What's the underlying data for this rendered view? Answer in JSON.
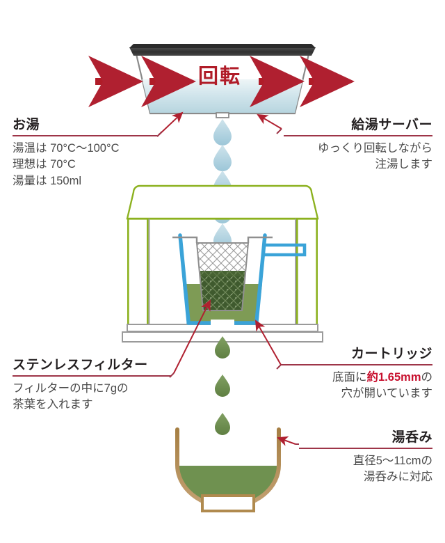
{
  "diagram": {
    "title_text": "回転",
    "labels": {
      "hot_water": {
        "title": "お湯",
        "lines": [
          "湯温は 70°C〜100°C",
          "理想は 70°C",
          "湯量は 150ml"
        ]
      },
      "server": {
        "title": "給湯サーバー",
        "lines": [
          "ゆっくり回転しながら",
          "注湯します"
        ]
      },
      "filter": {
        "title": "ステンレスフィルター",
        "lines": [
          "フィルターの中に7gの",
          "茶葉を入れます"
        ]
      },
      "cartridge": {
        "title": "カートリッジ",
        "line1_prefix": "底面に",
        "line1_highlight": "約1.65mm",
        "line1_suffix": "の",
        "line2": "穴が開いています"
      },
      "cup": {
        "title": "湯呑み",
        "lines": [
          "直径5〜11cmの",
          "湯呑みに対応"
        ]
      }
    },
    "colors": {
      "arrow_red": "#b01c28",
      "rule_red": "#9e3548",
      "leader_red": "#b02030",
      "highlight_red": "#c8102e",
      "water_blue_top": "#c8dfe6",
      "water_blue_bottom": "#eef5f7",
      "droplet_blue": "#a9cfdd",
      "tea_green_drop": "#6f9150",
      "tea_liquid": "#7e9b55",
      "tea_leaves": "#3f5a2e",
      "cartridge_blue": "#3aa3d8",
      "machine_green": "#8cb11f",
      "machine_gray": "#9a9a9a",
      "lid_dark": "#3a3a3a",
      "cup_gold": "#b08a4e",
      "cup_tea": "#6f9150"
    },
    "droplets": {
      "water_count": 6,
      "tea_count": 3
    },
    "arrows": {
      "rotation_arrow_count": 4
    }
  }
}
